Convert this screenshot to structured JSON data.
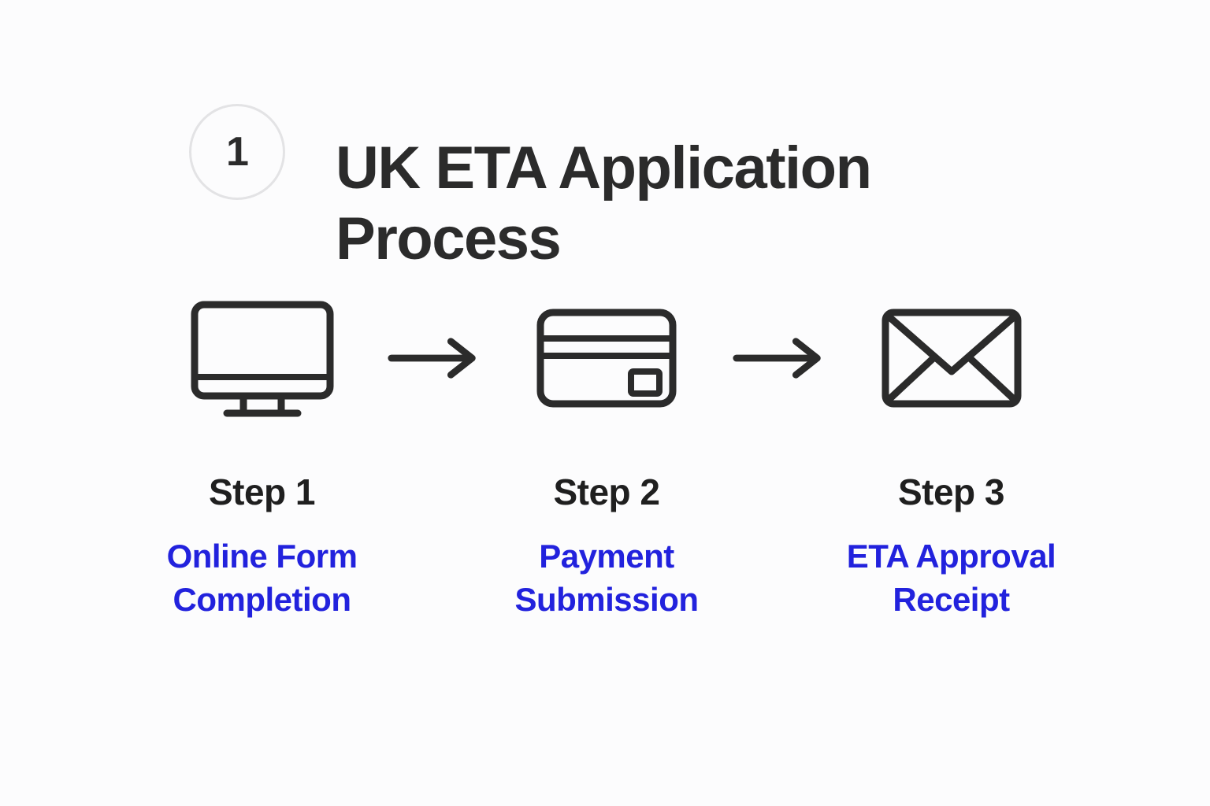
{
  "background_color": "#fcfcfd",
  "header": {
    "badge_number": "1",
    "badge_border_color": "#e3e3e5",
    "title": "UK ETA Application\nProcess",
    "title_color": "#2b2b2b"
  },
  "flow": {
    "accent_color": "#2222dd",
    "icon_color": "#2b2b2b",
    "arrow_icon_name": "arrow-right-icon",
    "steps": [
      {
        "icon": "monitor-icon",
        "title": "Step 1",
        "description": "Online Form\nCompletion"
      },
      {
        "icon": "credit-card-icon",
        "title": "Step 2",
        "description": "Payment\nSubmission"
      },
      {
        "icon": "envelope-icon",
        "title": "Step 3",
        "description": "ETA Approval\nReceipt"
      }
    ],
    "arrows": [
      {
        "name": "arrow-right-icon"
      },
      {
        "name": "arrow-right-icon"
      }
    ]
  }
}
